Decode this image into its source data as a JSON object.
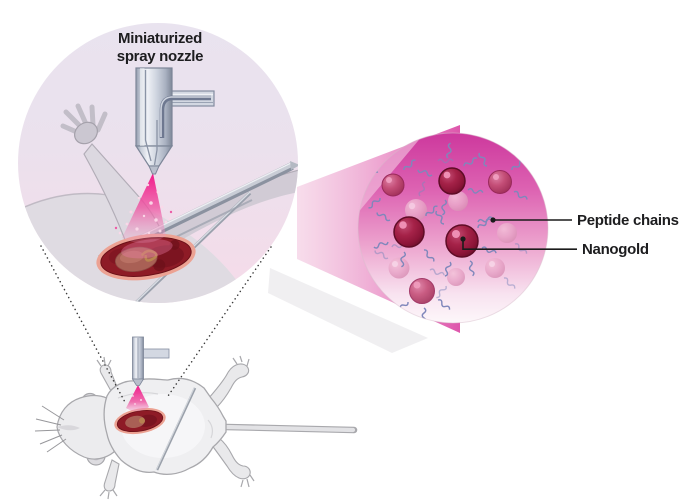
{
  "diagram": {
    "nozzle_title": {
      "line1": "Miniaturized",
      "line2": "spray nozzle"
    },
    "callouts": {
      "peptide_chains": "Peptide chains",
      "nanogold": "Nanogold"
    }
  },
  "colors": {
    "spray_magenta": "#ec2383",
    "zoom_circle_magenta": "#cd389d",
    "nanogold_maroon": "#a02045",
    "peptide_chain_blue": "#7f87bb",
    "wound_red": "#8e1b26",
    "tissue_salmon": "#eca293",
    "mouse_gray": "#ececee",
    "lavender_circle": "#eae4f0",
    "label_text": "#1d1d1f"
  }
}
